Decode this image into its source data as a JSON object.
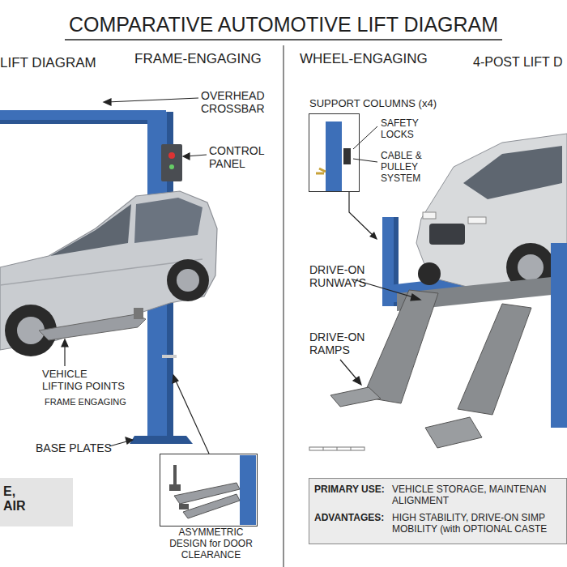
{
  "diagram": {
    "title": "COMPARATIVE AUTOMOTIVE LIFT DIAGRAM",
    "nodes": [
      {
        "text": [
          "E, AIR"
        ]
      },
      {
        "text": [
          "ASYMMETRIC DESIGN for DOOR CLEARANCE"
        ]
      },
      {
        "text": [
          "SUPPORT COLUMNS (x4)"
        ]
      },
      {
        "text": [
          "PRIMARY USE:",
          "VEHICLE STORAGE, MAINTENAN ALIGNMENT",
          "ADVANTAGES:",
          "HIGH STABILITY, DRIVE-ON SIMP MOBILITY (with OPTIONAL CASTE"
        ]
      }
    ],
    "labels": [
      "LIFT DIAGRAM",
      "FRAME-ENGAGING",
      "WHEEL-ENGAGING",
      "4-POST LIFT D",
      "OVERHEAD CROSSBAR",
      "CONTROL PANEL",
      "SAFETY LOCKS",
      "CABLE & PULLEY SYSTEM",
      "DRIVE-ON RUNWAYS",
      "DRIVE-ON RAMPS",
      "VEHICLE LIFTING POINTS",
      "FRAME ENGAGING",
      "BASE PLATES"
    ]
  }
}
